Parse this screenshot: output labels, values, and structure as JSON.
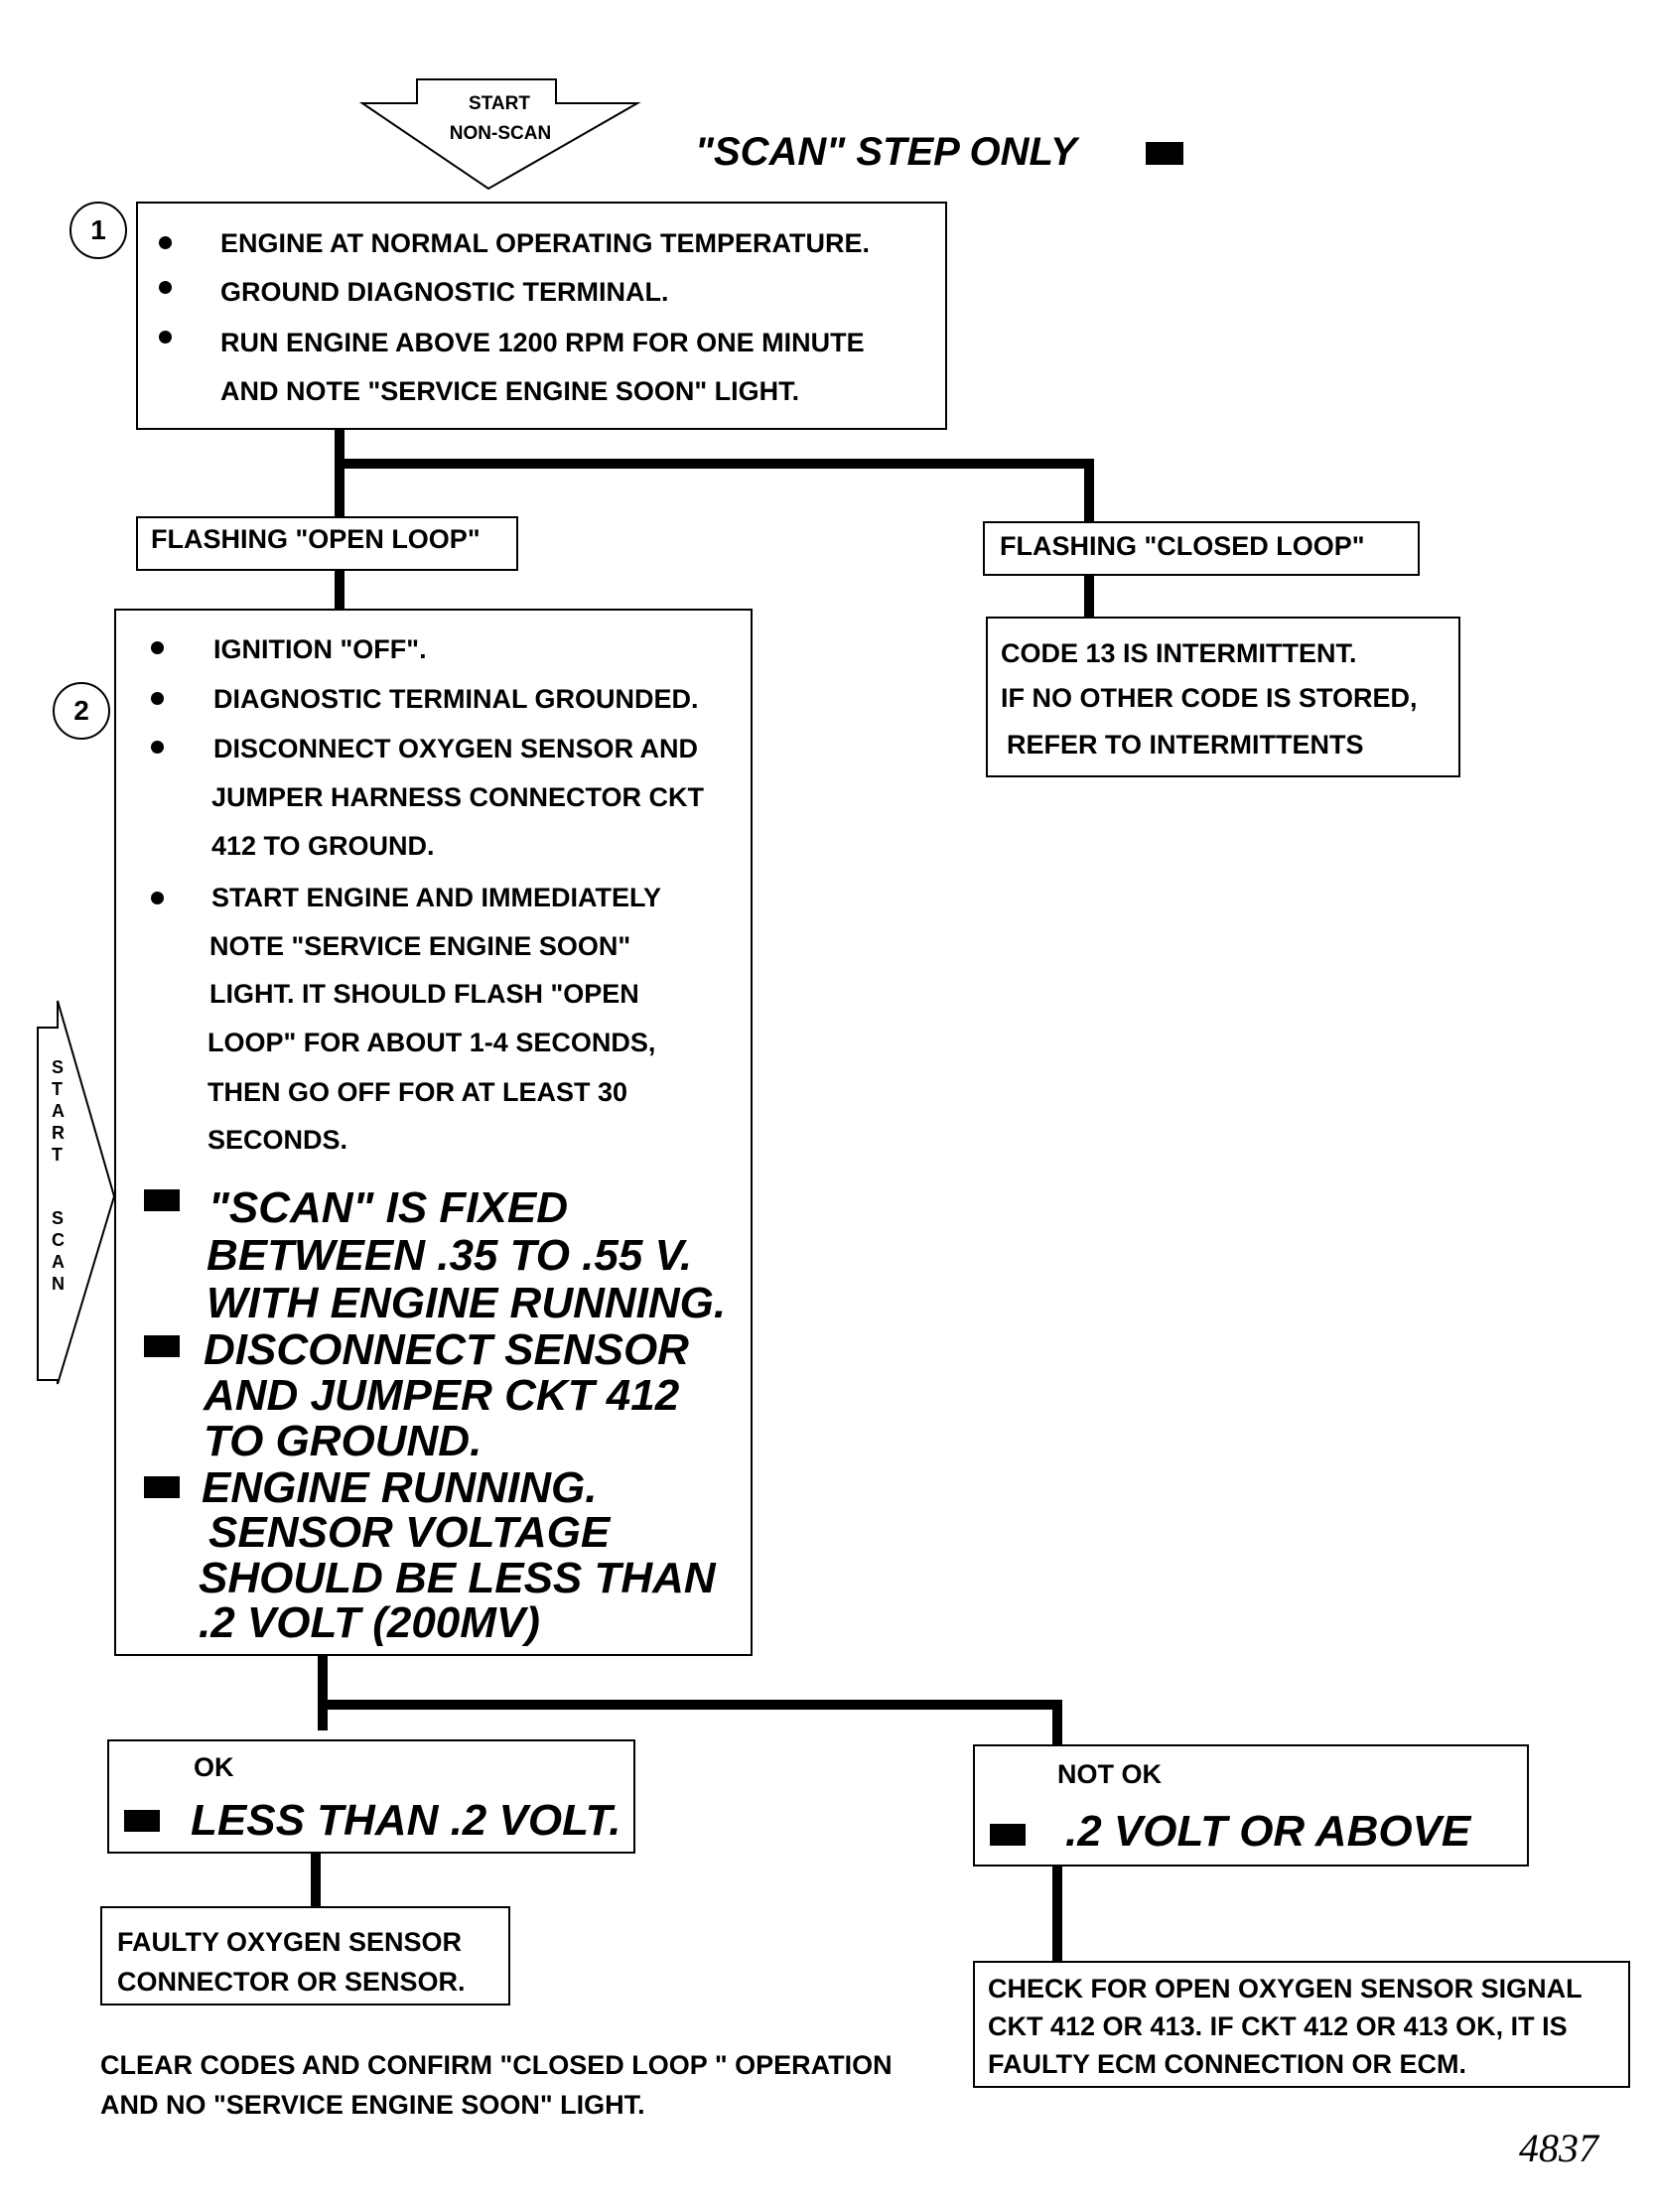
{
  "start_arrow": {
    "line1": "START",
    "line2": "NON-SCAN"
  },
  "scan_header": "\"SCAN\" STEP ONLY",
  "step1": {
    "number": "1",
    "lines": [
      "ENGINE AT NORMAL OPERATING TEMPERATURE.",
      "GROUND DIAGNOSTIC TERMINAL.",
      "RUN ENGINE ABOVE 1200 RPM FOR ONE MINUTE",
      "AND NOTE  \"SERVICE ENGINE SOON\" LIGHT."
    ]
  },
  "branch_open": "FLASHING \"OPEN LOOP\"",
  "branch_closed": "FLASHING \"CLOSED LOOP\"",
  "code13": {
    "lines": [
      "CODE 13 IS INTERMITTENT.",
      "IF NO OTHER CODE IS STORED,",
      "REFER TO INTERMITTENTS"
    ]
  },
  "step2": {
    "number": "2",
    "lines": [
      "IGNITION \"OFF\".",
      "DIAGNOSTIC TERMINAL GROUNDED.",
      "DISCONNECT OXYGEN SENSOR AND",
      "JUMPER HARNESS CONNECTOR CKT",
      "412 TO GROUND.",
      "START ENGINE AND IMMEDIATELY",
      "NOTE \"SERVICE ENGINE SOON\"",
      "LIGHT.  IT SHOULD FLASH \"OPEN",
      "LOOP\" FOR ABOUT 1-4 SECONDS,",
      "THEN GO OFF FOR AT LEAST 30",
      "SECONDS."
    ],
    "scan_lines": [
      "\"SCAN\" IS FIXED",
      "BETWEEN .35 TO .55 V.",
      "WITH ENGINE RUNNING.",
      "DISCONNECT SENSOR",
      "AND JUMPER CKT 412",
      "TO GROUND.",
      "ENGINE RUNNING.",
      "SENSOR VOLTAGE",
      "SHOULD BE LESS THAN",
      ".2 VOLT (200MV)"
    ]
  },
  "start_scan_letters": [
    "S",
    "T",
    "A",
    "R",
    "T",
    "S",
    "C",
    "A",
    "N"
  ],
  "ok_box": {
    "label": "OK",
    "scan": "LESS THAN .2 VOLT."
  },
  "not_ok_box": {
    "label": "NOT OK",
    "scan": ".2 VOLT OR ABOVE"
  },
  "faulty_box": {
    "lines": [
      "FAULTY OXYGEN SENSOR",
      "CONNECTOR OR SENSOR."
    ]
  },
  "clear_note": {
    "lines": [
      "CLEAR CODES AND CONFIRM \"CLOSED LOOP \" OPERATION",
      "AND NO \"SERVICE ENGINE SOON\" LIGHT."
    ]
  },
  "check_box": {
    "lines": [
      "CHECK FOR OPEN OXYGEN SENSOR SIGNAL",
      "CKT 412 OR 413.  IF CKT 412 OR 413 OK, IT IS",
      "FAULTY  ECM CONNECTION OR ECM."
    ]
  },
  "page_number": "4837"
}
